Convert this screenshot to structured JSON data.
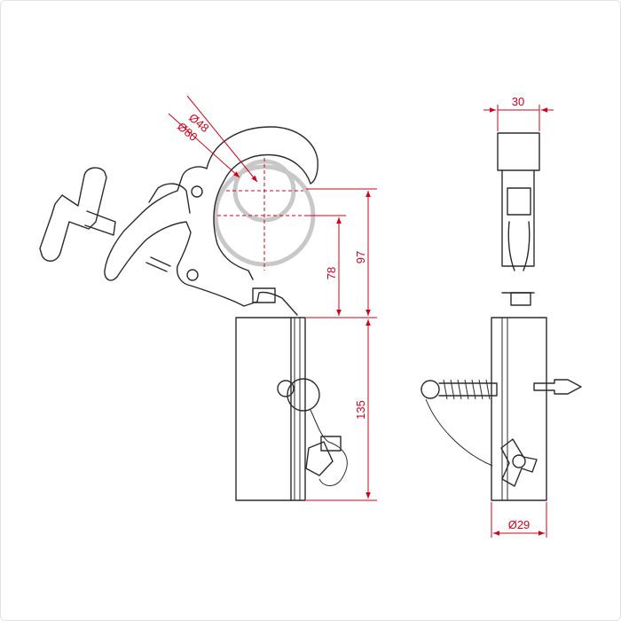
{
  "colors": {
    "dimension": "#d0021b",
    "outline": "#2b2b2b",
    "tube": "#c8c8c8"
  },
  "dimensions": {
    "dia_48": "Ø48",
    "dia_80": "Ø80",
    "h_78": "78",
    "h_97": "97",
    "h_135": "135",
    "w_30": "30",
    "dia_29": "Ø29"
  }
}
